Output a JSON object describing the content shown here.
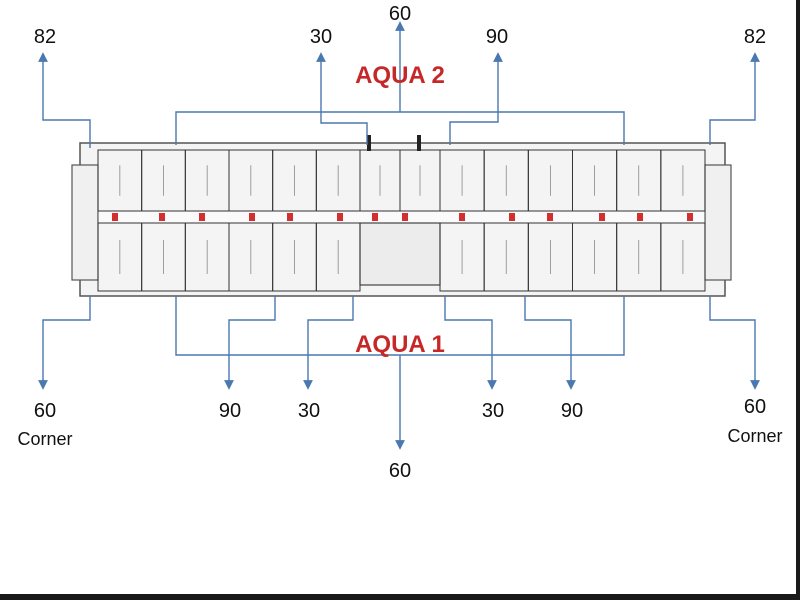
{
  "titles": {
    "top": "AQUA 2",
    "bottom": "AQUA 1"
  },
  "top_labels": {
    "left_corner": "82",
    "left_mid": "30",
    "center": "60",
    "right_mid": "90",
    "right_corner": "82"
  },
  "bottom_labels": {
    "left_corner": "60",
    "left_corner_caption": "Corner",
    "left_90": "90",
    "left_30": "30",
    "center": "60",
    "right_30": "30",
    "right_90": "90",
    "right_corner": "60",
    "right_corner_caption": "Corner"
  },
  "colors": {
    "arrow": "#4a78b0",
    "title": "#c62828",
    "wall": "#333333",
    "corridor_marker": "#d32f2f",
    "plan_fill": "#f4f4f4"
  }
}
